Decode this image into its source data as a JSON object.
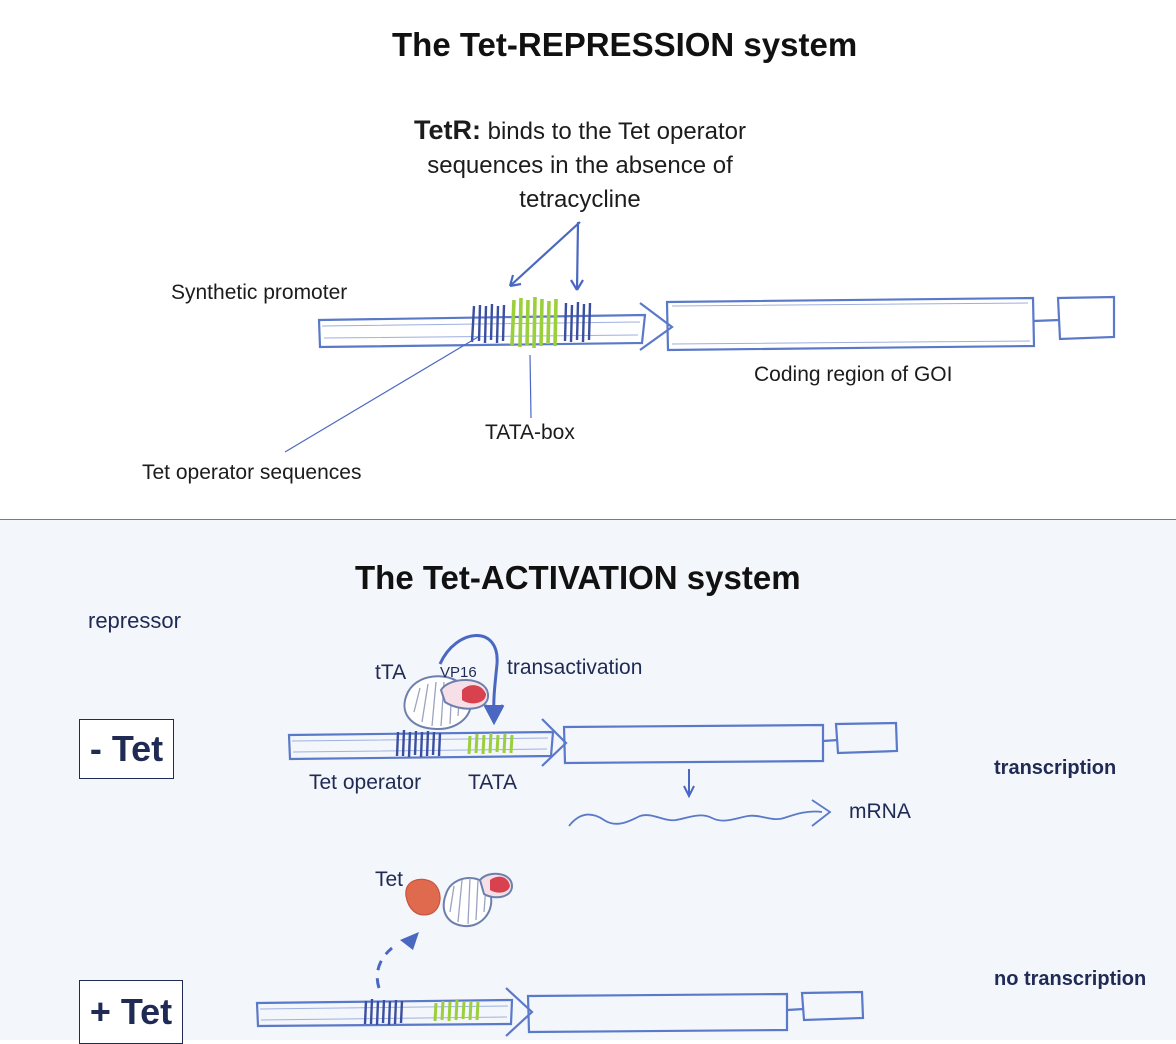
{
  "repression": {
    "title": "The Tet-REPRESSION system",
    "tetr_label": "TetR:",
    "tetr_line1": "binds to the Tet operator",
    "tetr_line2": "sequences in the absence of",
    "tetr_line3": "tetracycline",
    "synthetic_promoter": "Synthetic promoter",
    "coding_region": "Coding region of GOI",
    "tata_box": "TATA-box",
    "tet_operator_sequences": "Tet operator sequences"
  },
  "activation": {
    "title": "The Tet-ACTIVATION system",
    "partial_text": "repressor",
    "minus_tet": "- Tet",
    "plus_tet": "+ Tet",
    "tta": "tTA",
    "vp16": "VP16",
    "transactivation": "transactivation",
    "tet_operator": "Tet operator",
    "tata": "TATA",
    "mrna": "mRNA",
    "transcription": "transcription",
    "tet": "Tet",
    "no_transcription": "no transcription"
  },
  "colors": {
    "dna_blue": "#5b79c9",
    "operator_navy": "#3b4fa0",
    "tata_green": "#9ccf3c",
    "vp16_red": "#d8424f",
    "tet_orange": "#e06a4e",
    "text_navy": "#1f2a55"
  }
}
